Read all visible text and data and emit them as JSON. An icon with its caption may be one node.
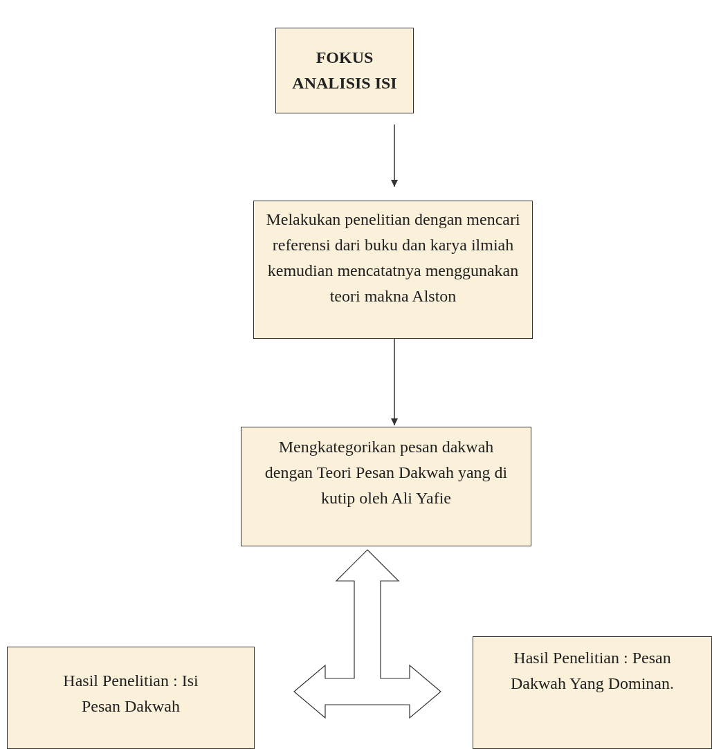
{
  "diagram": {
    "nodes": [
      {
        "text": [
          "FOKUS ANALISIS ISI"
        ]
      },
      {
        "text": [
          "Melakukan penelitian dengan mencari referensi dari buku dan karya ilmiah kemudian mencatatnya menggunakan teori makna Alston"
        ]
      },
      {
        "text": [
          "Mengkategorikan pesan dakwah dengan Teori Pesan Dakwah yang di kutip oleh Ali Yafie"
        ]
      },
      {
        "text": [
          "Hasil Penelitian : Isi Pesan Dakwah"
        ]
      },
      {
        "text": [],
        "shape": "arrow"
      },
      {
        "text": [
          "Hasil Penelitian : Pesan Dakwah Yang Dominan."
        ]
      }
    ],
    "edges": [
      {
        "from": 0,
        "to": 1,
        "arrow": "to"
      },
      {
        "from": 1,
        "to": 2,
        "arrow": "to"
      }
    ]
  }
}
